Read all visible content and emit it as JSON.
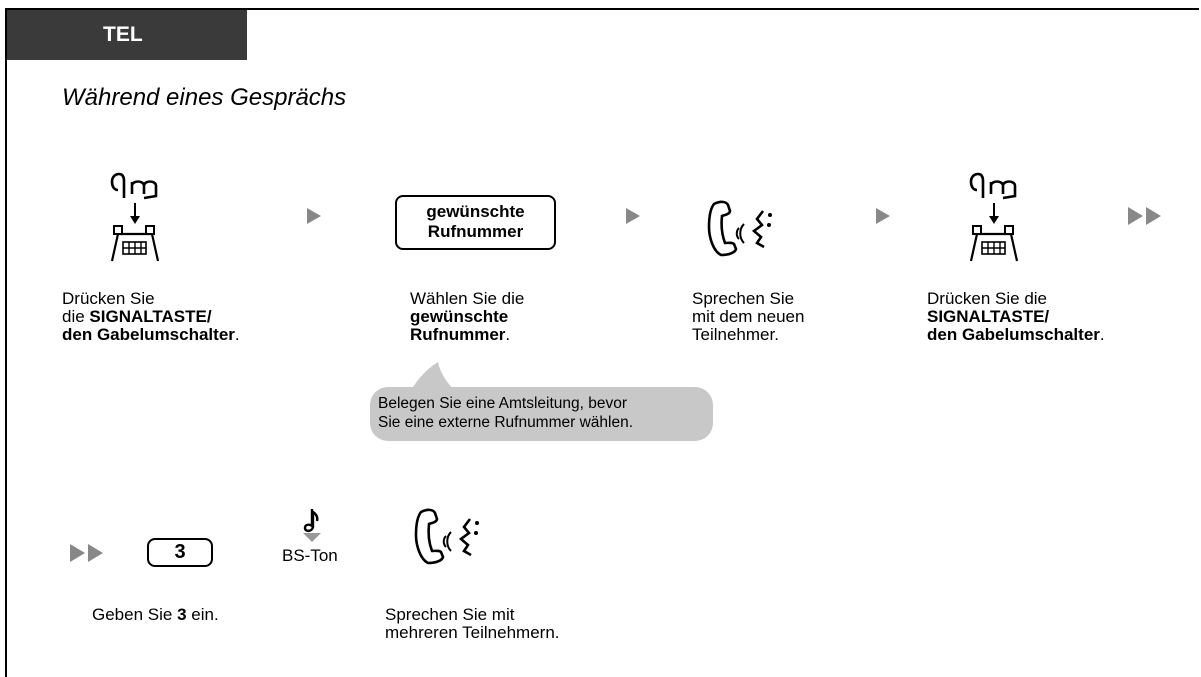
{
  "header": {
    "tab_label": "TEL",
    "heading": "Während eines Gesprächs"
  },
  "colors": {
    "tab_bg": "#3a3a3a",
    "arrow": "#888888",
    "bubble": "#c8c8c8"
  },
  "step1": {
    "line1": "Drücken Sie",
    "line2_prefix": "die ",
    "line2_bold": "SIGNALTASTE/",
    "line3_bold": "den Gabelumschalter",
    "line3_suffix": "."
  },
  "step2": {
    "key_line1": "gewünschte",
    "key_line2": "Rufnummer",
    "line1": "Wählen Sie die",
    "line2_bold": "gewünschte",
    "line3_bold": "Rufnummer",
    "line3_suffix": "."
  },
  "step3": {
    "line1": "Sprechen Sie",
    "line2": "mit dem neuen",
    "line3": "Teilnehmer."
  },
  "step4": {
    "line1": "Drücken Sie die",
    "line2_bold": "SIGNALTASTE/",
    "line3_bold": "den Gabelumschalter",
    "line3_suffix": "."
  },
  "note": {
    "line1": "Belegen Sie eine Amtsleitung, bevor",
    "line2": "Sie eine externe Rufnummer wählen."
  },
  "step5": {
    "key": "3",
    "prefix": "Geben Sie ",
    "bold": "3",
    "suffix": " ein."
  },
  "tone": {
    "label": "BS-Ton"
  },
  "step6": {
    "line1": "Sprechen Sie mit",
    "line2": "mehreren Teilnehmern."
  },
  "icons": [
    "hookflash-icon",
    "handset-talking-icon",
    "confirmation-tone-icon",
    "arrow-icon",
    "double-arrow-icon"
  ]
}
